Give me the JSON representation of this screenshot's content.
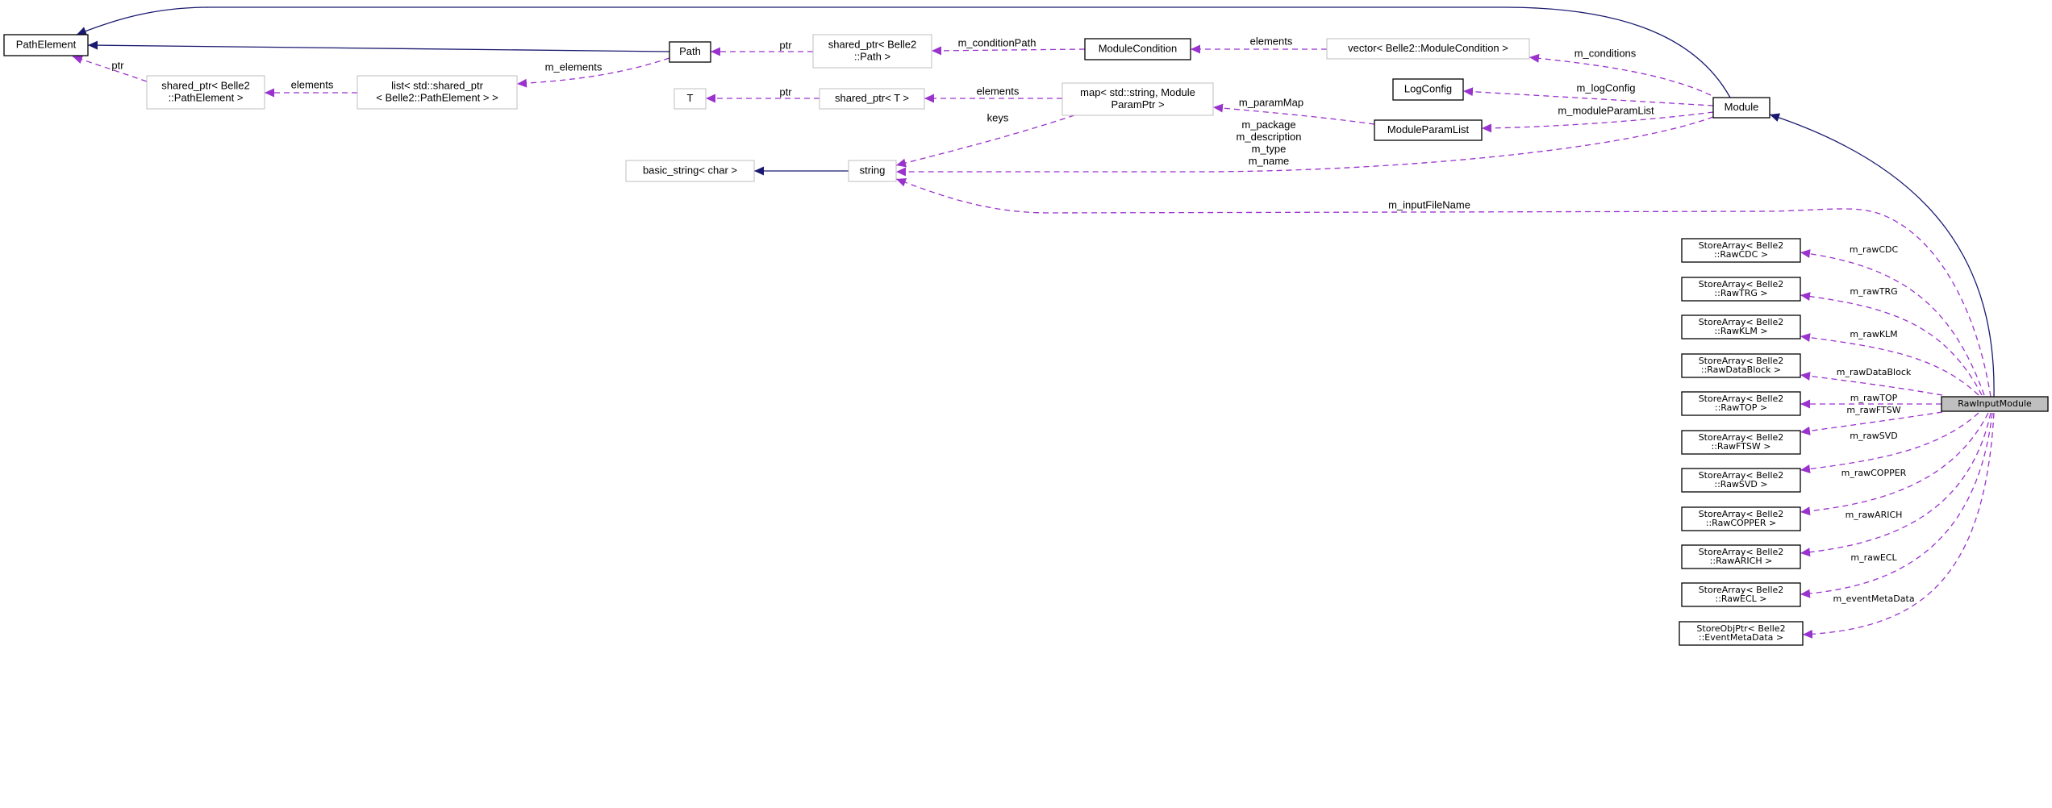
{
  "colors": {
    "inheritance": "#191970",
    "usage": "#9a32cd",
    "documented_border": "#000000",
    "undocumented_border": "#bfbfbf",
    "focus_fill": "#bfbfbf"
  },
  "nodes": {
    "PathElement": {
      "lines": [
        "PathElement"
      ],
      "documented": true
    },
    "sp_pe": {
      "lines": [
        "shared_ptr< Belle2",
        "::PathElement >"
      ],
      "documented": false
    },
    "list_pe": {
      "lines": [
        "list< std::shared_ptr",
        "< Belle2::PathElement > >"
      ],
      "documented": false
    },
    "Path": {
      "lines": [
        "Path"
      ],
      "documented": true
    },
    "sp_path": {
      "lines": [
        "shared_ptr< Belle2",
        "::Path >"
      ],
      "documented": false
    },
    "ModuleCondition": {
      "lines": [
        "ModuleCondition"
      ],
      "documented": true
    },
    "vector_mc": {
      "lines": [
        "vector< Belle2::ModuleCondition >"
      ],
      "documented": false
    },
    "T": {
      "lines": [
        "T"
      ],
      "documented": false
    },
    "sp_t": {
      "lines": [
        "shared_ptr< T >"
      ],
      "documented": false
    },
    "map": {
      "lines": [
        "map< std::string, Module",
        "ParamPtr >"
      ],
      "documented": false
    },
    "basic_string": {
      "lines": [
        "basic_string< char >"
      ],
      "documented": false
    },
    "string": {
      "lines": [
        "string"
      ],
      "documented": false
    },
    "LogConfig": {
      "lines": [
        "LogConfig"
      ],
      "documented": true
    },
    "ModuleParamList": {
      "lines": [
        "ModuleParamList"
      ],
      "documented": true
    },
    "Module": {
      "lines": [
        "Module"
      ],
      "documented": true
    },
    "sa_cdc": {
      "lines": [
        "StoreArray< Belle2",
        "::RawCDC >"
      ],
      "documented": true
    },
    "sa_trg": {
      "lines": [
        "StoreArray< Belle2",
        "::RawTRG >"
      ],
      "documented": true
    },
    "sa_klm": {
      "lines": [
        "StoreArray< Belle2",
        "::RawKLM >"
      ],
      "documented": true
    },
    "sa_db": {
      "lines": [
        "StoreArray< Belle2",
        "::RawDataBlock >"
      ],
      "documented": true
    },
    "sa_top": {
      "lines": [
        "StoreArray< Belle2",
        "::RawTOP >"
      ],
      "documented": true
    },
    "sa_ftsw": {
      "lines": [
        "StoreArray< Belle2",
        "::RawFTSW >"
      ],
      "documented": true
    },
    "sa_svd": {
      "lines": [
        "StoreArray< Belle2",
        "::RawSVD >"
      ],
      "documented": true
    },
    "sa_copper": {
      "lines": [
        "StoreArray< Belle2",
        "::RawCOPPER >"
      ],
      "documented": true
    },
    "sa_arich": {
      "lines": [
        "StoreArray< Belle2",
        "::RawARICH >"
      ],
      "documented": true
    },
    "sa_ecl": {
      "lines": [
        "StoreArray< Belle2",
        "::RawECL >"
      ],
      "documented": true
    },
    "so_emd": {
      "lines": [
        "StoreObjPtr< Belle2",
        "::EventMetaData >"
      ],
      "documented": true
    },
    "RawInputModule": {
      "lines": [
        "RawInputModule"
      ],
      "documented": true,
      "focus": true
    }
  },
  "edges": {
    "path_pe": {
      "kind": "inheritance",
      "label": []
    },
    "module_pe": {
      "kind": "inheritance",
      "label": []
    },
    "sp_pe": {
      "kind": "usage",
      "label": [
        "ptr"
      ]
    },
    "list_sp": {
      "kind": "usage",
      "label": [
        "elements"
      ]
    },
    "path_list": {
      "kind": "usage",
      "label": [
        "m_elements"
      ]
    },
    "sp_path": {
      "kind": "usage",
      "label": [
        "ptr"
      ]
    },
    "mc_sp": {
      "kind": "usage",
      "label": [
        "m_conditionPath"
      ]
    },
    "vec_mc": {
      "kind": "usage",
      "label": [
        "elements"
      ]
    },
    "mod_vec": {
      "kind": "usage",
      "label": [
        "m_conditions"
      ]
    },
    "mod_log": {
      "kind": "usage",
      "label": [
        "m_logConfig"
      ]
    },
    "mod_mpl": {
      "kind": "usage",
      "label": [
        "m_moduleParamList"
      ]
    },
    "mod_string": {
      "kind": "usage",
      "label": [
        "m_package",
        "m_description",
        "m_type",
        "m_name"
      ]
    },
    "spt_t": {
      "kind": "usage",
      "label": [
        "ptr"
      ]
    },
    "map_spt": {
      "kind": "usage",
      "label": [
        "elements"
      ]
    },
    "mpl_map": {
      "kind": "usage",
      "label": [
        "m_paramMap"
      ]
    },
    "map_string": {
      "kind": "usage",
      "label": [
        "keys"
      ]
    },
    "string_bs": {
      "kind": "inheritance",
      "label": []
    },
    "rim_string": {
      "kind": "usage",
      "label": [
        "m_inputFileName"
      ]
    },
    "rim_module": {
      "kind": "inheritance",
      "label": []
    },
    "rim_cdc": {
      "kind": "usage",
      "label": [
        "m_rawCDC"
      ]
    },
    "rim_trg": {
      "kind": "usage",
      "label": [
        "m_rawTRG"
      ]
    },
    "rim_klm": {
      "kind": "usage",
      "label": [
        "m_rawKLM"
      ]
    },
    "rim_db": {
      "kind": "usage",
      "label": [
        "m_rawDataBlock"
      ]
    },
    "rim_top": {
      "kind": "usage",
      "label": [
        "m_rawTOP"
      ]
    },
    "rim_ftsw": {
      "kind": "usage",
      "label": [
        "m_rawFTSW"
      ]
    },
    "rim_svd": {
      "kind": "usage",
      "label": [
        "m_rawSVD"
      ]
    },
    "rim_copper": {
      "kind": "usage",
      "label": [
        "m_rawCOPPER"
      ]
    },
    "rim_arich": {
      "kind": "usage",
      "label": [
        "m_rawARICH"
      ]
    },
    "rim_ecl": {
      "kind": "usage",
      "label": [
        "m_rawECL"
      ]
    },
    "rim_emd": {
      "kind": "usage",
      "label": [
        "m_eventMetaData"
      ]
    }
  }
}
